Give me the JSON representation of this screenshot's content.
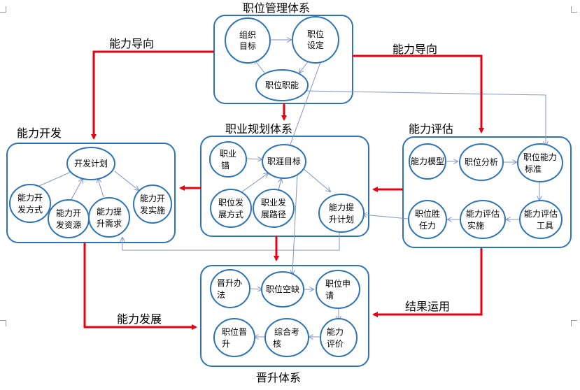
{
  "systems": {
    "position_mgmt": {
      "title": "职位管理体系",
      "nodes": {
        "org_goal": [
          "组织",
          "目标"
        ],
        "position_setting": [
          "职位",
          "设定"
        ],
        "position_function": [
          "职位职能"
        ]
      }
    },
    "career_planning": {
      "title": "职业规划体系",
      "nodes": {
        "career_anchor": [
          "职业",
          "锚"
        ],
        "career_goal": [
          "职涯目标"
        ],
        "dev_method": [
          "职位发",
          "展方式"
        ],
        "dev_path": [
          "职业发",
          "展路径"
        ],
        "improve_plan": [
          "能力提",
          "升计划"
        ]
      }
    },
    "ability_dev": {
      "title": "能力开发",
      "nodes": {
        "dev_plan": [
          "开发计划"
        ],
        "dev_method": [
          "能力开",
          "发方式"
        ],
        "dev_resource": [
          "能力开",
          "发资源"
        ],
        "improve_need": [
          "能力提",
          "升需求"
        ],
        "dev_impl": [
          "能力开",
          "发实施"
        ]
      }
    },
    "ability_eval": {
      "title": "能力评估",
      "nodes": {
        "model": [
          "能力模型"
        ],
        "position_analysis": [
          "职位分析"
        ],
        "position_std": [
          "职位能力",
          "标准"
        ],
        "competency": [
          "职位胜",
          "任力"
        ],
        "eval_impl": [
          "能力评估",
          "实施"
        ],
        "eval_tool": [
          "能力评估",
          "工具"
        ]
      }
    },
    "promotion": {
      "title": "晋升体系",
      "nodes": {
        "method": [
          "晋升办",
          "法"
        ],
        "vacancy": [
          "职位空缺"
        ],
        "apply": [
          "职位申",
          "请"
        ],
        "ability_eval": [
          "能力",
          "评价"
        ],
        "assessment": [
          "综合考",
          "核"
        ],
        "promote": [
          "职位晋",
          "升"
        ]
      }
    }
  },
  "labels": {
    "orientation_left": "能力导向",
    "orientation_right": "能力导向",
    "development": "能力发展",
    "result_use": "结果运用"
  },
  "colors": {
    "box_border": "#2e74b5",
    "thick_arrow": "#e60012",
    "thin_arrow": "#8094c8"
  }
}
